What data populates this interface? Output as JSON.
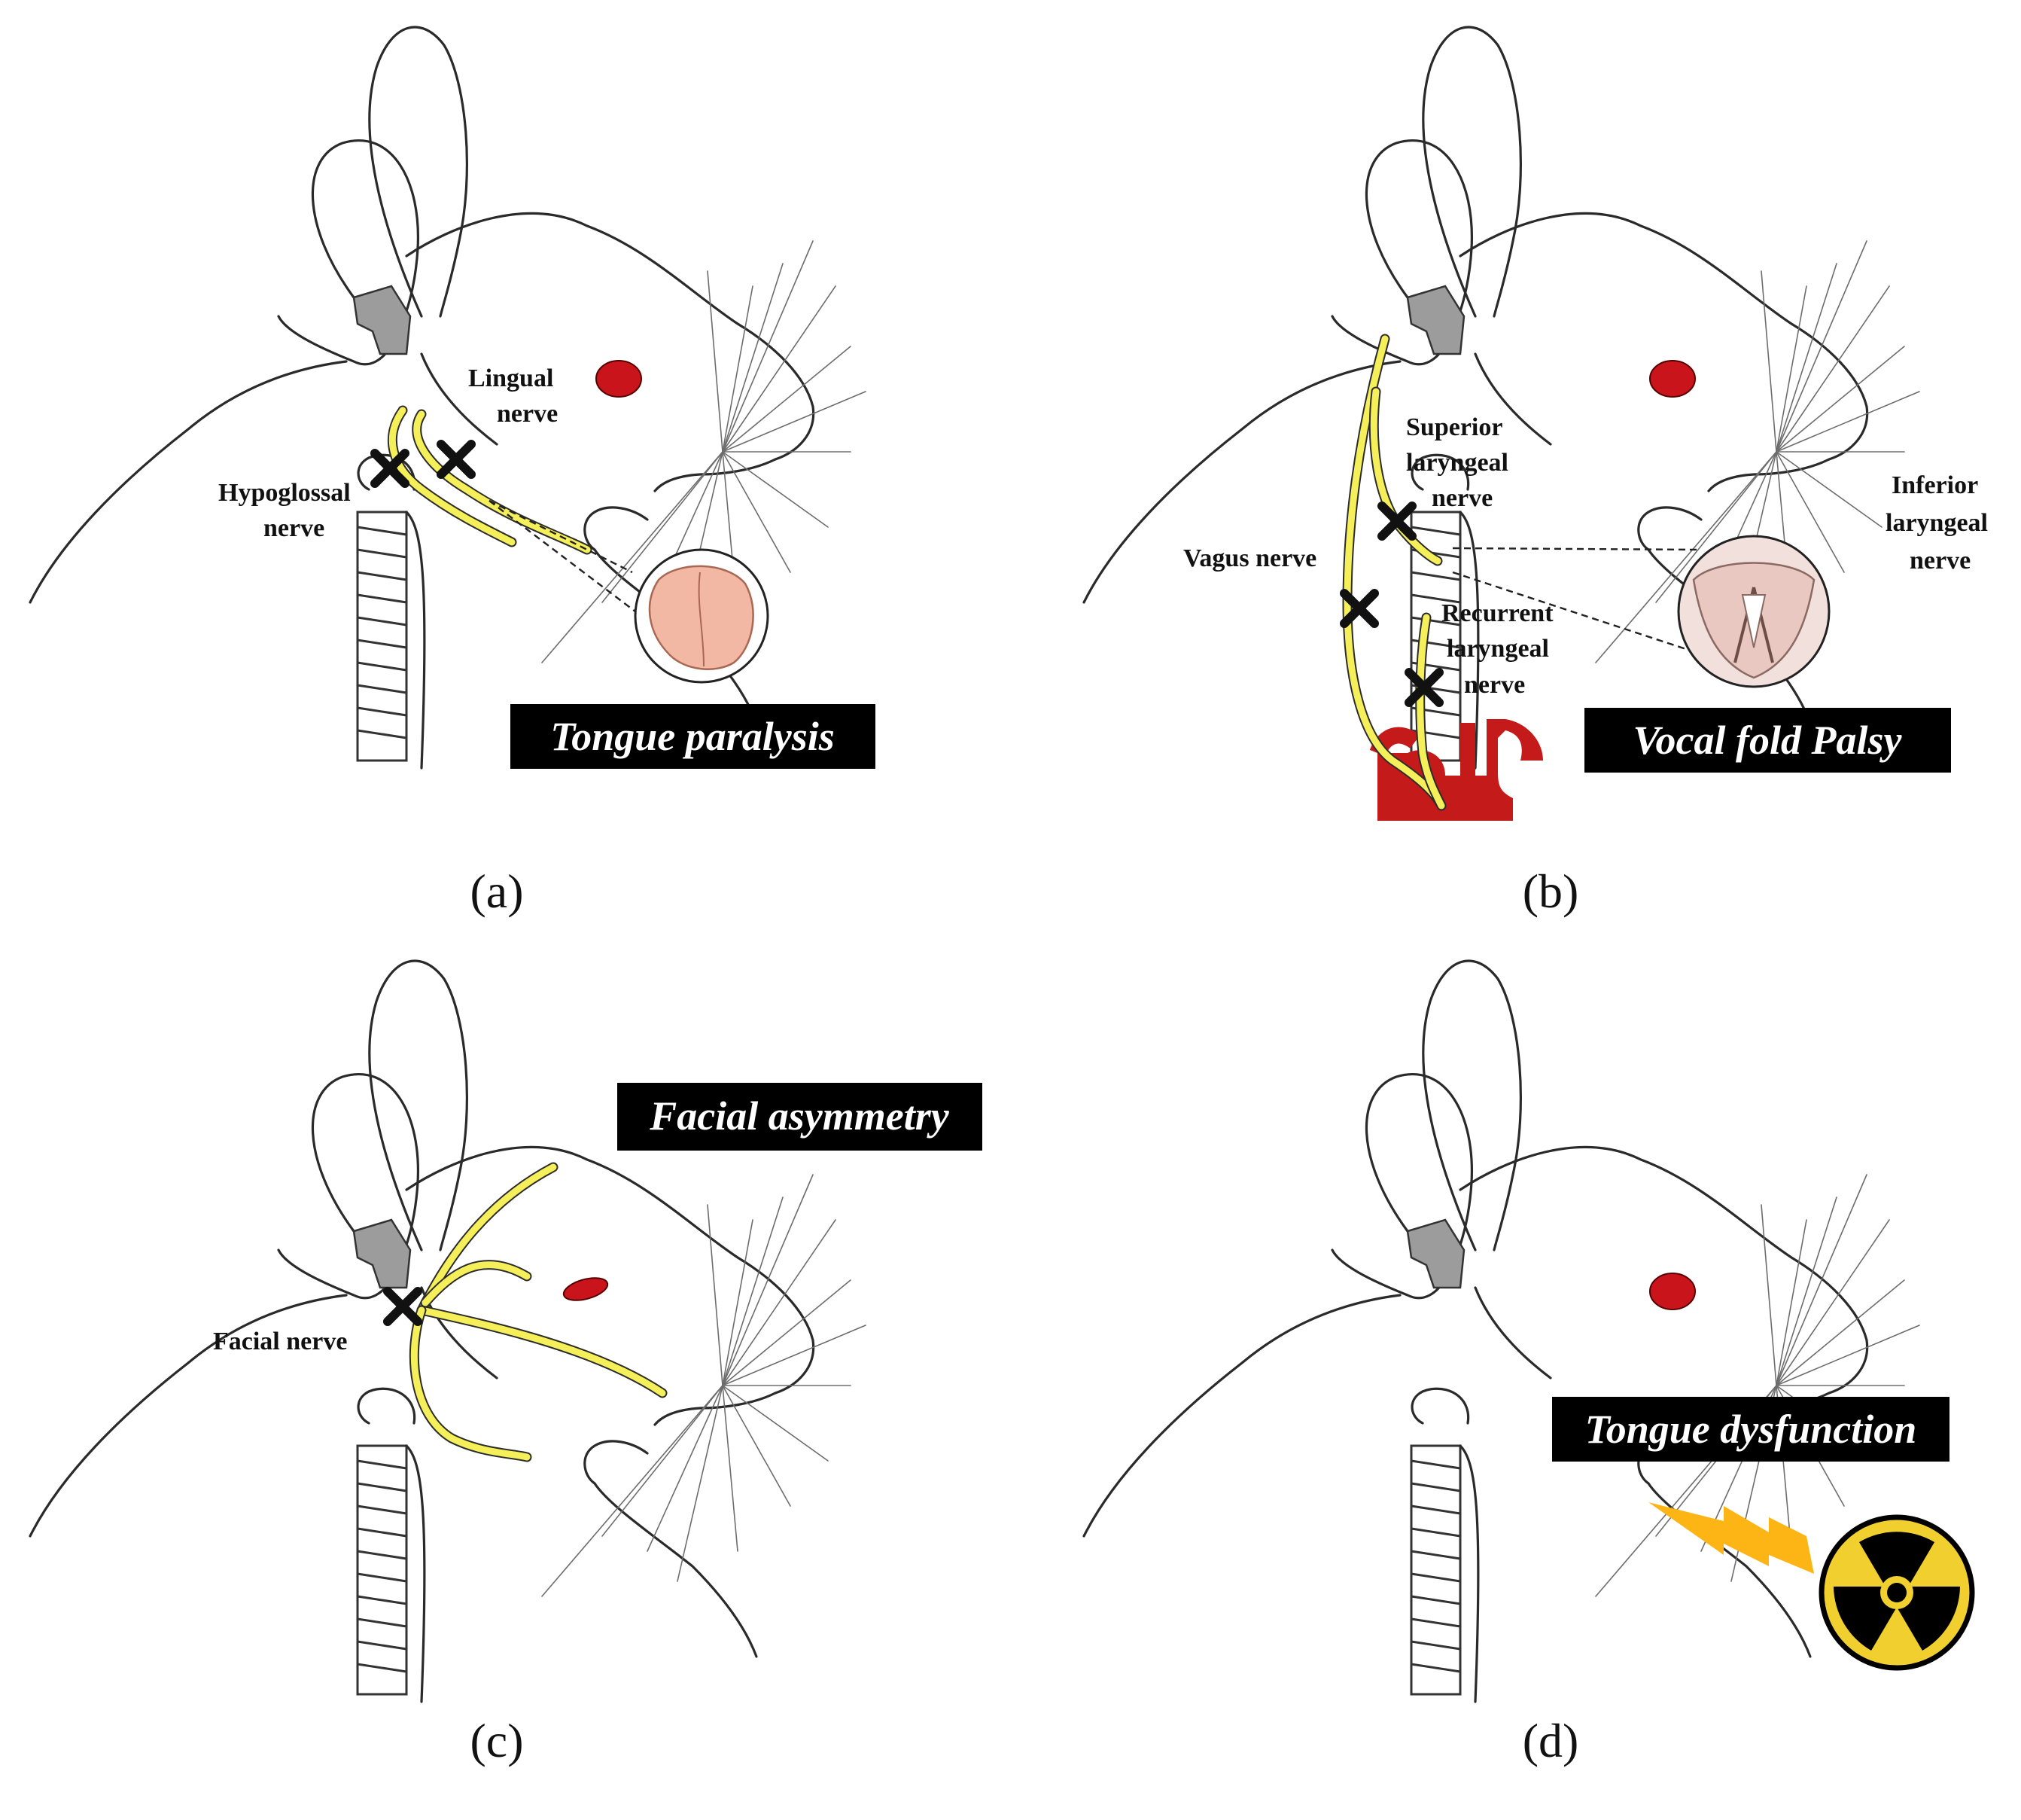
{
  "panels": [
    {
      "id": "a",
      "panel_label": "(a)",
      "labels": {
        "lingual_1": "Lingual",
        "lingual_2": "nerve",
        "hypo_1": "Hypoglossal",
        "hypo_2": "nerve"
      },
      "tag": "Tongue paralysis"
    },
    {
      "id": "b",
      "panel_label": "(b)",
      "labels": {
        "sup_1": "Superior",
        "sup_2": "laryngeal",
        "sup_3": "nerve",
        "inf_1": "Inferior",
        "inf_2": "laryngeal",
        "inf_3": "nerve",
        "vagus": "Vagus nerve",
        "rec_1": "Recurrent",
        "rec_2": "laryngeal",
        "rec_3": "nerve"
      },
      "tag": "Vocal fold Palsy"
    },
    {
      "id": "c",
      "panel_label": "(c)",
      "labels": {
        "facial": "Facial nerve"
      },
      "tag": "Facial asymmetry"
    },
    {
      "id": "d",
      "panel_label": "(d)",
      "labels": {},
      "tag": "Tongue dysfunction"
    }
  ],
  "colors": {
    "nerve": "#f5ef5a",
    "eye": "#c8141a",
    "vessel": "#c41a1a",
    "hazard": "#f0cf2e",
    "bolt": "#fdb515",
    "tongue": "#f2b8a4"
  },
  "icons": [
    "radiation-hazard-icon",
    "lightning-bolt-icon",
    "nerve-injury-cross-icon"
  ]
}
